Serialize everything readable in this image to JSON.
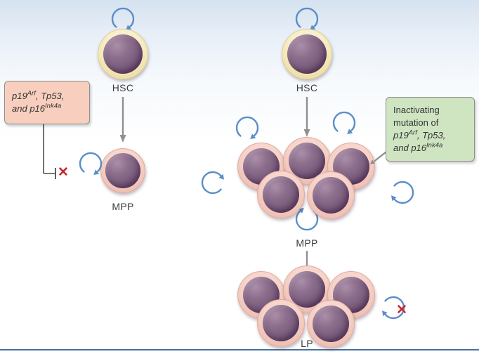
{
  "diagram": {
    "left": {
      "hsc_label": "HSC",
      "mpp_label": "MPP",
      "gene_box": {
        "gene1": "p19",
        "gene1_sup": "Arf",
        "mid": ", Tp53,",
        "and": "and ",
        "gene2": "p16",
        "gene2_sup": "Ink4a"
      },
      "blocked_x": "✕"
    },
    "right": {
      "hsc_label": "HSC",
      "mpp_label": "MPP",
      "lp_label": "LP",
      "mutation_box": {
        "line1": "Inactivating",
        "line2": "mutation of",
        "gene1": "p19",
        "gene1_sup": "Arf",
        "mid": ", Tp53,",
        "and": "and ",
        "gene2": "p16",
        "gene2_sup": "Ink4a"
      },
      "blocked_x": "✕"
    },
    "colors": {
      "self_renewal_arrow": "#5a8ec7",
      "differentiation_arrow": "#909090",
      "blocked_x": "#c5272d",
      "gene_box_bg": "#f8cfbe",
      "mutation_box_bg": "#cfe5c2",
      "hsc_ring": "#f2e3ad",
      "mpp_ring": "#f4c9bf",
      "cell_body": "#7c5e7e",
      "bottom_rule": "#44729f"
    }
  }
}
